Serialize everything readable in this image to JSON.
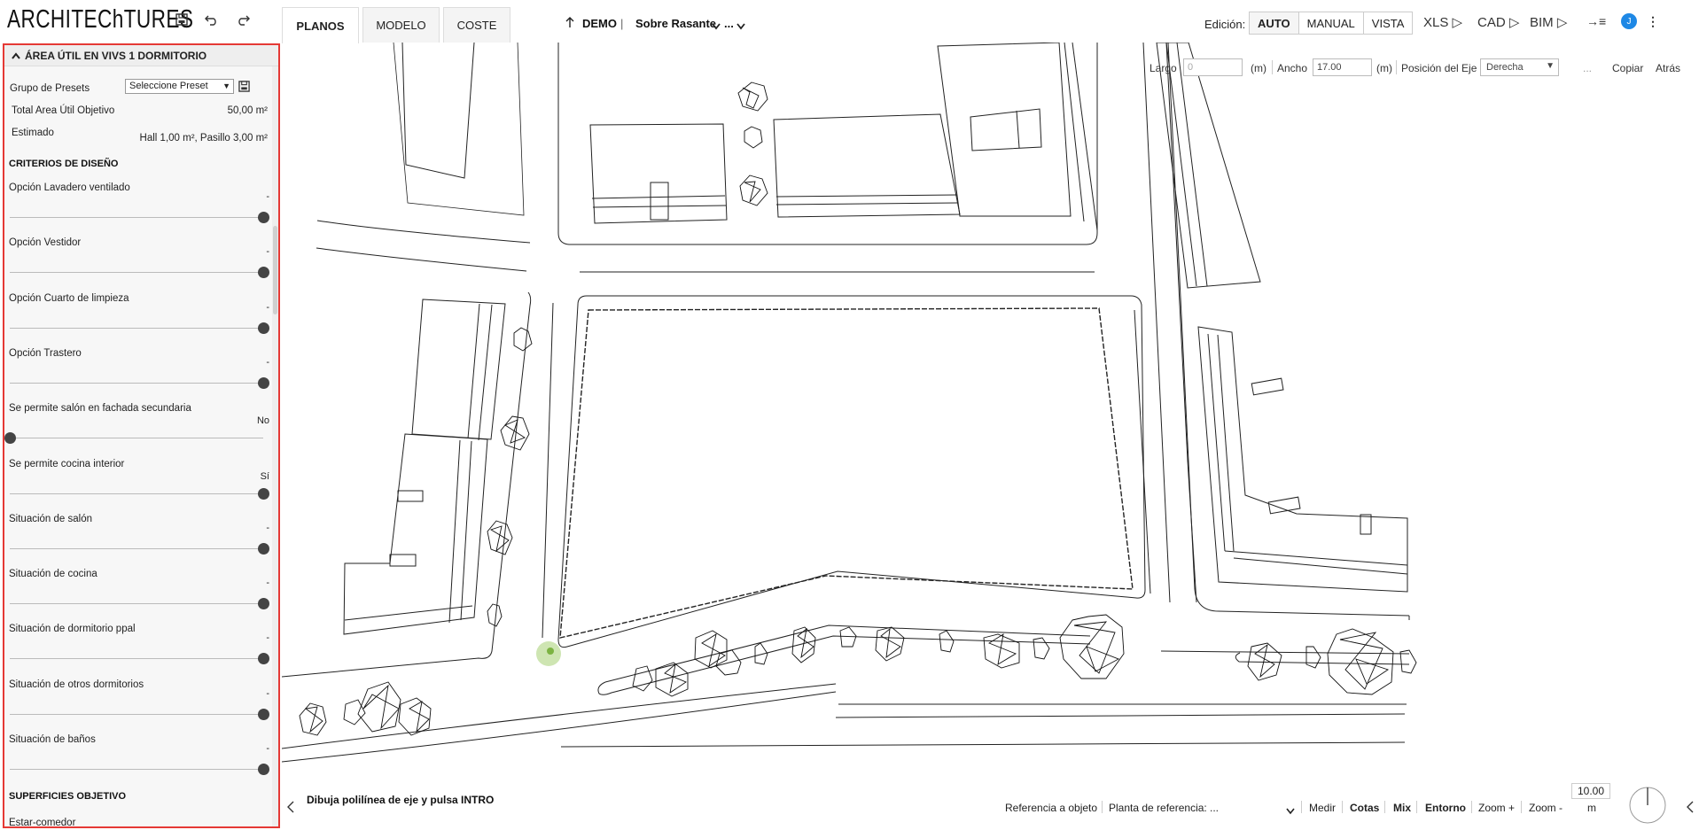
{
  "app": {
    "logo": "ARCHITEChTURES",
    "tabs": [
      "PLANOS",
      "MODELO",
      "COSTE"
    ],
    "project": "DEMO",
    "level": "Sobre Rasante",
    "more": "...",
    "edicion_label": "Edición:",
    "modes": [
      "AUTO",
      "MANUAL",
      "VISTA"
    ],
    "exports": [
      "XLS",
      "CAD",
      "BIM"
    ],
    "avatar": "J"
  },
  "panel": {
    "title": "ÁREA ÚTIL EN VIVS 1 DORMITORIO",
    "presets_label": "Grupo de Presets",
    "presets_value": "Seleccione Preset",
    "total_label": "Total Area Útil Objetivo",
    "total_value": "50,00 m²",
    "estimado_label": "Estimado",
    "estimado_value": "Hall 1,00 m², Pasillo 3,00 m²",
    "criterios_title": "CRITERIOS DE DISEÑO",
    "sliders": [
      {
        "label": "Opción Lavadero ventilado",
        "value": "-",
        "level": 1
      },
      {
        "label": "Opción Vestidor",
        "value": "-",
        "level": 1
      },
      {
        "label": "Opción Cuarto de limpieza",
        "value": "-",
        "level": 1
      },
      {
        "label": "Opción Trastero",
        "value": "-",
        "level": 1
      },
      {
        "label": "Se permite salón en fachada secundaria",
        "value": "No",
        "level": 0
      },
      {
        "label": "Se permite cocina interior",
        "value": "Sí",
        "level": 1
      },
      {
        "label": "Situación de salón",
        "value": "-",
        "level": 1
      },
      {
        "label": "Situación de cocina",
        "value": "-",
        "level": 1
      },
      {
        "label": "Situación de dormitorio ppal",
        "value": "-",
        "level": 1
      },
      {
        "label": "Situación de otros dormitorios",
        "value": "-",
        "level": 1
      },
      {
        "label": "Situación de baños",
        "value": "-",
        "level": 1
      }
    ],
    "superficies_title": "SUPERFICIES OBJETIVO",
    "estar_label": "Estar-comedor"
  },
  "toolbar": {
    "largo_label": "Largo",
    "largo_placeholder": "0",
    "unit1": "(m)",
    "ancho_label": "Ancho",
    "ancho_value": "17.00",
    "unit2": "(m)",
    "posicion_label": "Posición del Eje",
    "posicion_value": "Derecha",
    "ellipsis": "...",
    "copiar": "Copiar",
    "atras": "Atrás"
  },
  "bottom": {
    "prompt": "Dibuja polilínea de eje y pulsa INTRO",
    "referencia": "Referencia a objeto",
    "planta_label": "Planta de referencia:",
    "planta_value": "...",
    "medir": "Medir",
    "cotas": "Cotas",
    "mix": "Mix",
    "entorno": "Entorno",
    "zoom_in": "Zoom +",
    "zoom_out": "Zoom -",
    "scale_value": "10.00",
    "scale_unit": "m"
  },
  "colors": {
    "accent_border": "#e53935",
    "avatar": "#1e88e5",
    "cursor_marker": "#8bc34a"
  }
}
